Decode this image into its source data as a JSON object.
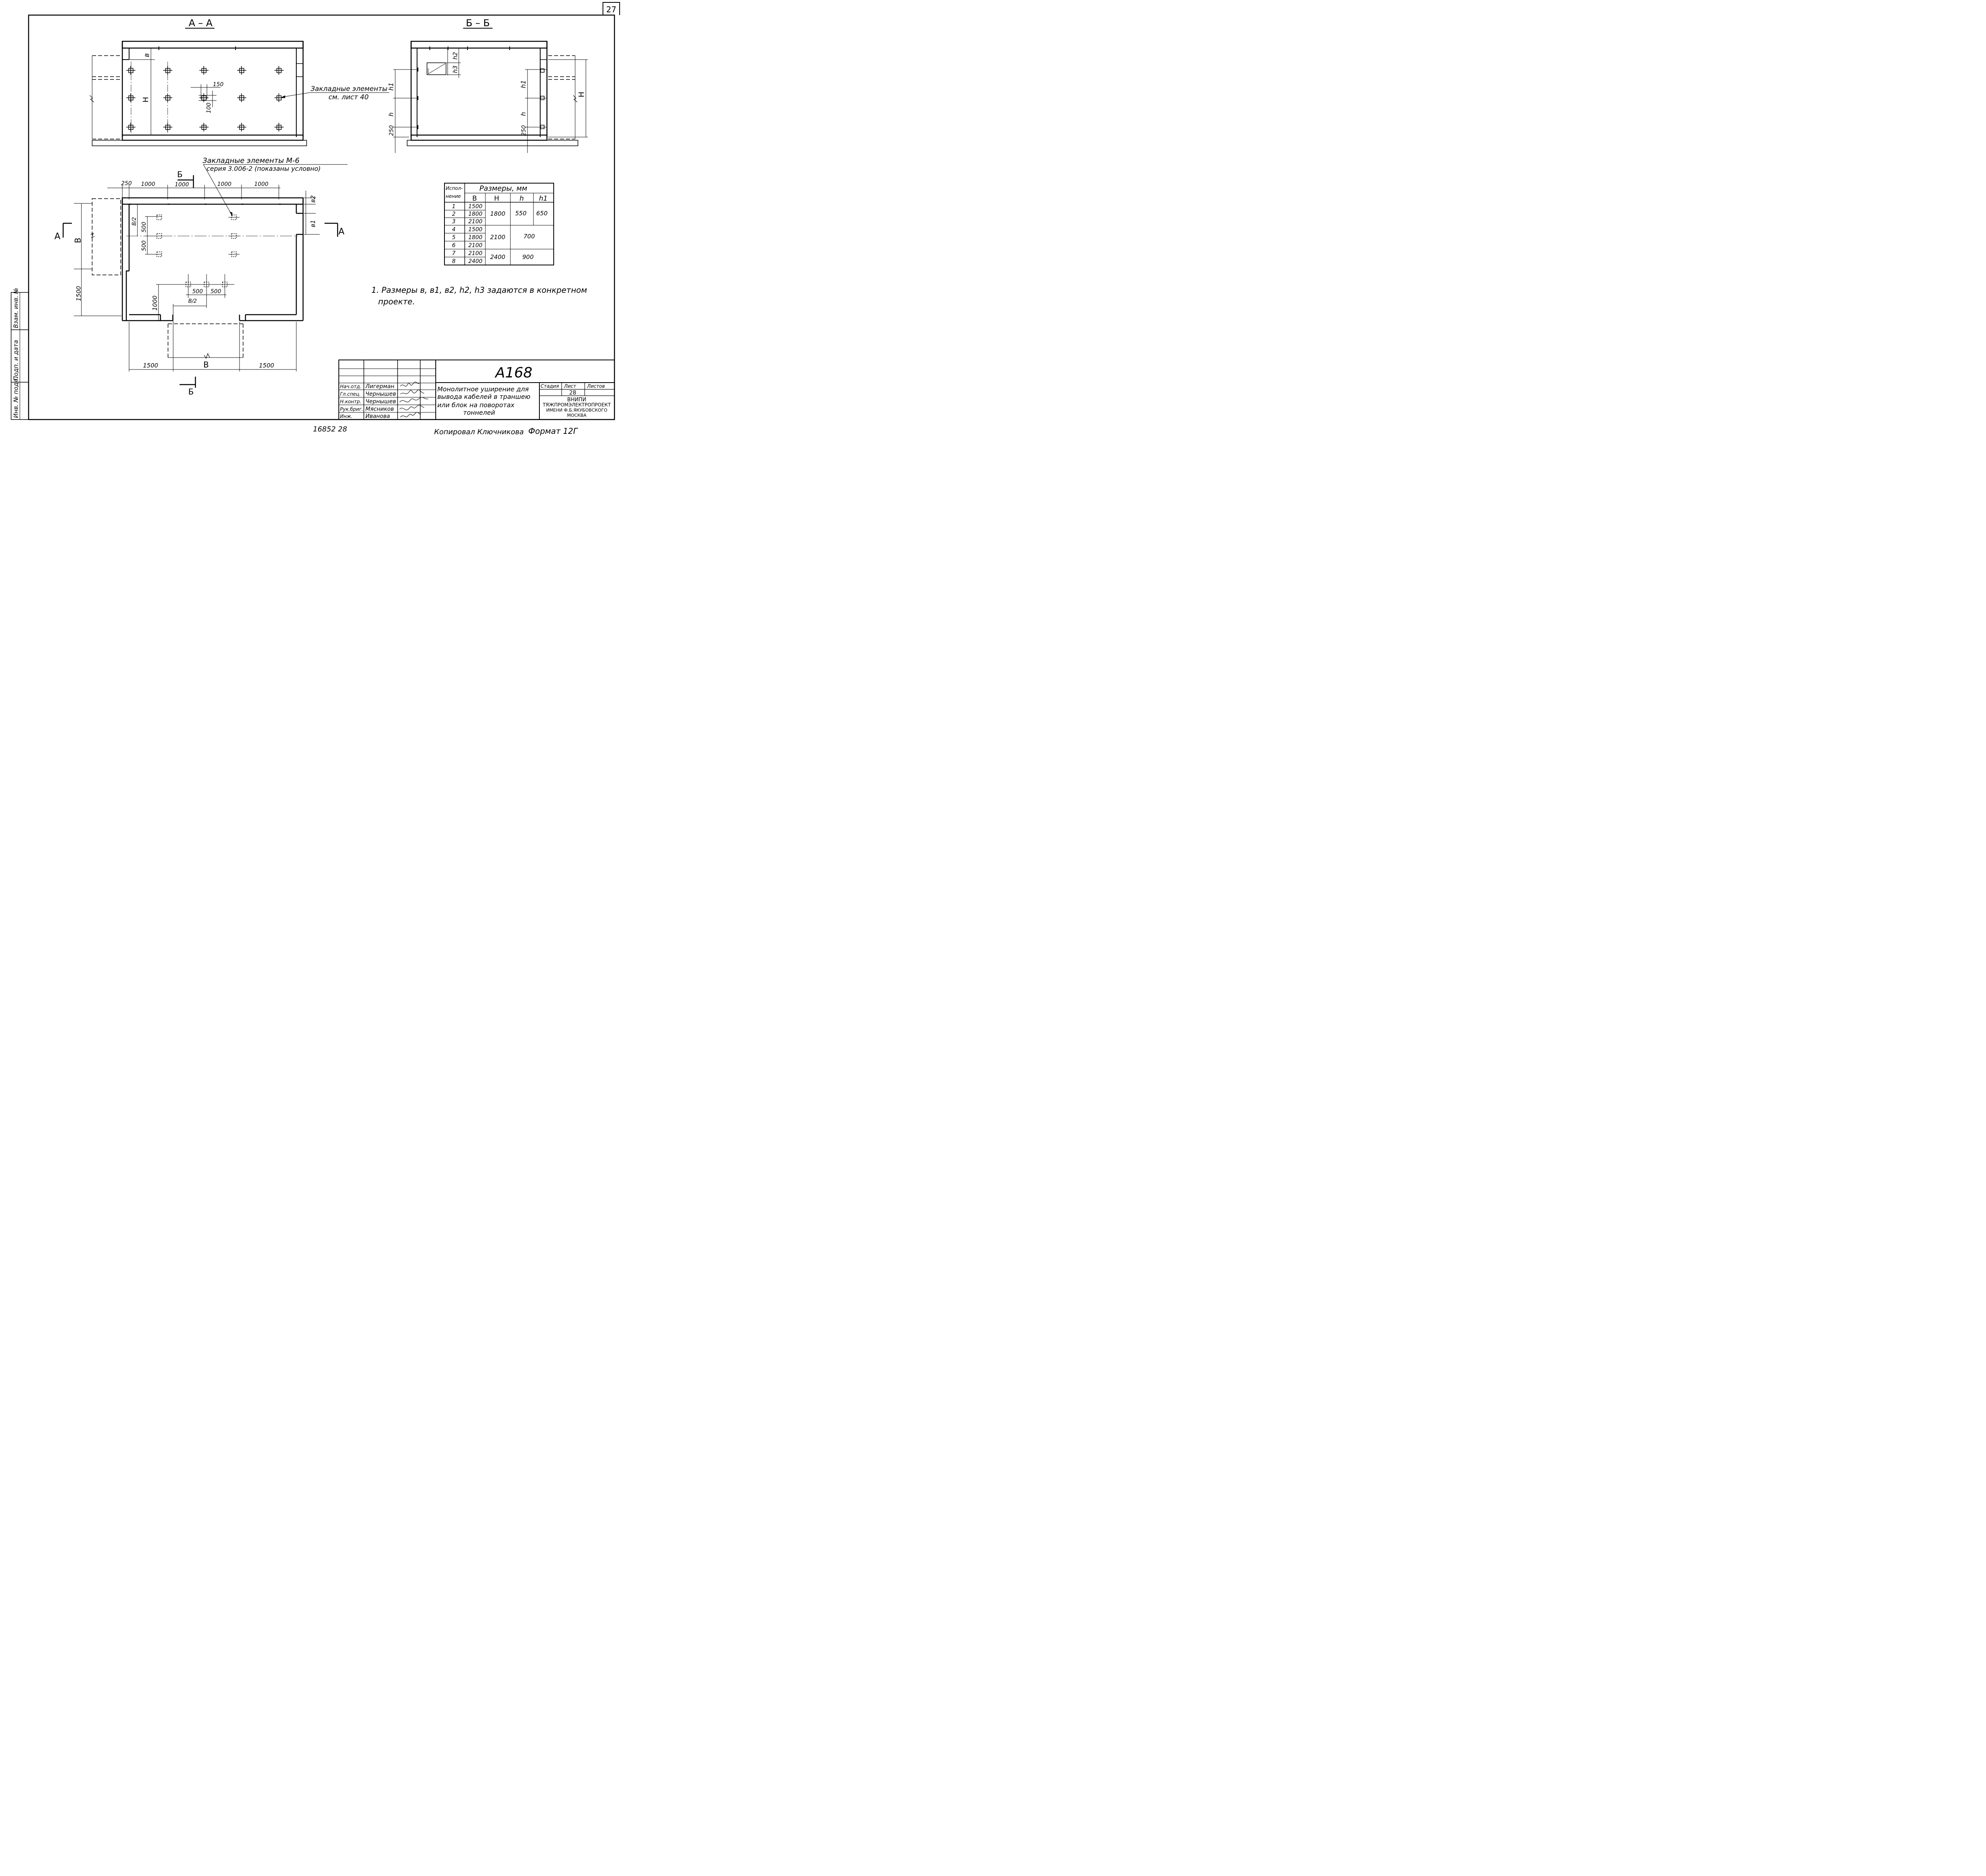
{
  "sheet_number": "27",
  "section_aa": {
    "title": "А – А",
    "dim_b": "в",
    "dim_H": "Н",
    "dim_150": "150",
    "dim_100": "100"
  },
  "section_bb": {
    "title": "Б – Б",
    "dim_h2": "h2",
    "dim_h3": "h3",
    "dim_h1": "h1",
    "dim_h": "h",
    "dim_250": "250",
    "dim_H": "Н"
  },
  "callouts": {
    "embedded_line1": "Закладные элементы",
    "embedded_line2": "см. лист 40",
    "m6_line1": "Закладные элементы М-6",
    "m6_line2": "серия 3.006-2 (показаны условно)"
  },
  "plan": {
    "cut_b_top": "Б",
    "cut_b_bottom": "Б",
    "cut_a_left": "А",
    "cut_a_right": "А",
    "top_dims": [
      "250",
      "1000",
      "1000",
      "1000",
      "1000"
    ],
    "dim_b2": "в2",
    "dim_b1": "в1",
    "dim_B_left": "В",
    "dim_B_over_2": "В/2",
    "dim_500_a": "500",
    "dim_500_b": "500",
    "dim_1500_left": "1500",
    "dim_1000_left": "1000",
    "dim_500_h1": "500",
    "dim_500_h2": "500",
    "dim_B_half_low": "В/2",
    "bottom_dims": [
      "1500",
      "В",
      "1500"
    ]
  },
  "table": {
    "col_ispolnenie": "Испол-нение",
    "header_group": "Размеры, мм",
    "col_B": "В",
    "col_H": "Н",
    "col_h": "h",
    "col_h1": "h1",
    "rows": [
      {
        "n": "1",
        "B": "1500"
      },
      {
        "n": "2",
        "B": "1800"
      },
      {
        "n": "3",
        "B": "2100"
      },
      {
        "n": "4",
        "B": "1500"
      },
      {
        "n": "5",
        "B": "1800"
      },
      {
        "n": "6",
        "B": "2100"
      },
      {
        "n": "7",
        "B": "2100"
      },
      {
        "n": "8",
        "B": "2400"
      }
    ],
    "merged": {
      "H_1_3": "1800",
      "h_1_3": "550",
      "h1_1_3": "650",
      "H_4_6": "2100",
      "hh_4_6": "700",
      "H_7_8": "2400",
      "hh_7_8": "900"
    }
  },
  "note": {
    "line1": "1. Размеры в, в1, в2, h2, h3 задаются в конкретном",
    "line2": "проекте."
  },
  "stamp": {
    "doc_code": "А168",
    "title_lines": [
      "Монолитное уширение для",
      "вывода кабелей в траншею",
      "или блок на поворотах",
      "тоннелей"
    ],
    "stadia_label": "Стадия",
    "list_label": "Лист",
    "listov_label": "Листов",
    "list_value": "28",
    "org_lines": [
      "ВНИПИ",
      "ТЯЖПРОМЭЛЕКТРОПРОЕКТ",
      "ИМЕНИ Ф.Б.ЯКУБОВСКОГО",
      "МОСКВА"
    ],
    "people": [
      {
        "role": "Нач.отд.",
        "name": "Лигерман"
      },
      {
        "role": "Гл.спец.",
        "name": "Чернышев"
      },
      {
        "role": "Н.контр.",
        "name": "Чернышев"
      },
      {
        "role": "Рук.бриг.",
        "name": "Мясников"
      },
      {
        "role": "Инж.",
        "name": "Иванова"
      }
    ]
  },
  "side_stamp": {
    "inv_podl": "Инв. № подл.",
    "podp_data": "Подп. и дата",
    "vzam_inv": "Взам. инв. №"
  },
  "footer": {
    "handwritten": "16852   28",
    "copied": "Копировал Ключникова",
    "format": "Формат 12Г"
  }
}
